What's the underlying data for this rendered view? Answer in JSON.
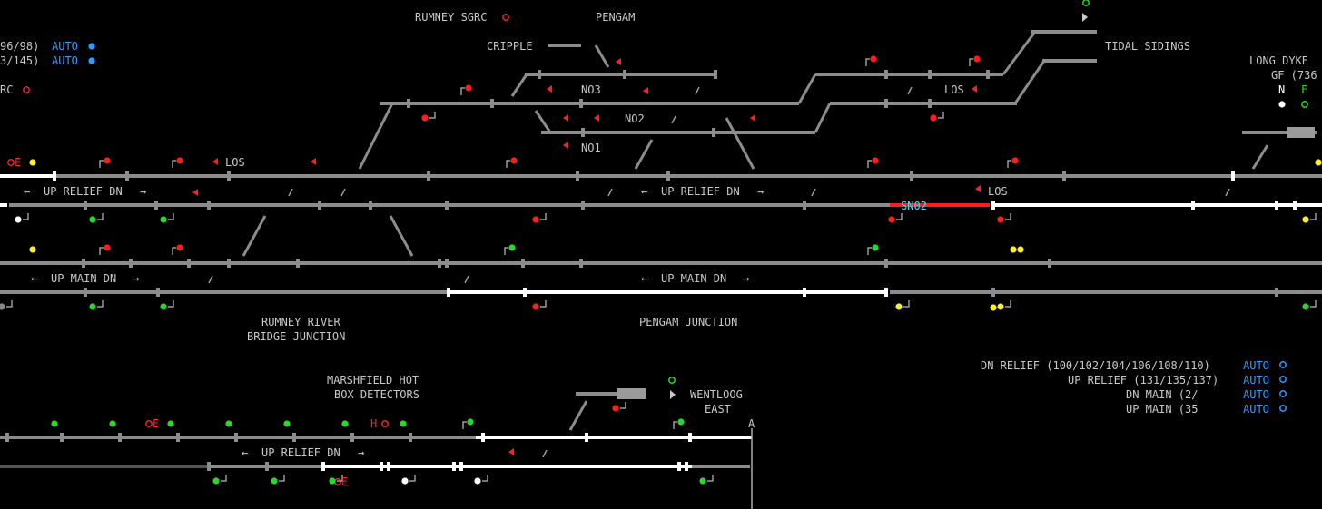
{
  "colors": {
    "track": "#8c8c8c",
    "track_set": "#ffffff",
    "track_occupied": "#ff1e1e",
    "signal_red": "#ff1e1e",
    "signal_green": "#22dd22",
    "signal_yellow": "#ffee22",
    "auto_blue": "#2e9bff",
    "berth_cyan": "#2ee8ff",
    "text": "#c8c8c8"
  },
  "labels": {
    "rumney_sgrc": "RUMNEY SGRC",
    "pengam": "PENGAM",
    "cripple": "CRIPPLE",
    "tidal_sidings": "TIDAL SIDINGS",
    "long_dyke": "LONG DYKE",
    "gf": "GF (736",
    "n": "N",
    "f": "F",
    "no3": "NO3",
    "no2": "NO2",
    "no1": "NO1",
    "los": "LOS",
    "rc": "RC",
    "e_letter": "E",
    "h_letter": "H",
    "rumney_river": "RUMNEY RIVER",
    "bridge_junction": "BRIDGE JUNCTION",
    "pengam_junction": "PENGAM JUNCTION",
    "marshfield_hot": "MARSHFIELD HOT",
    "box_detectors": "BOX DETECTORS",
    "wentloog": "WENTLOOG",
    "east": "EAST",
    "a_marker": "A"
  },
  "line_labels": {
    "up_relief_dn": "UP RELIEF DN",
    "up_main_dn": "UP MAIN DN",
    "arrow_left": "←",
    "arrow_right": "→"
  },
  "auto_left": [
    {
      "code": "96/98)",
      "status": "AUTO"
    },
    {
      "code": "3/145)",
      "status": "AUTO"
    }
  ],
  "auto_right": [
    {
      "line": "DN RELIEF (100/102/104/106/108/110)",
      "status": "AUTO"
    },
    {
      "line": "UP RELIEF (131/135/137)",
      "status": "AUTO"
    },
    {
      "line": "DN MAIN (2/",
      "status": "AUTO"
    },
    {
      "line": "UP MAIN (35",
      "status": "AUTO"
    }
  ],
  "berths": {
    "sn02": "SN02"
  },
  "icons": {
    "indicator_filled": "filled-circle",
    "indicator_hollow": "hollow-circle",
    "signal": "signal-head-icon",
    "point": "point-indicator-icon"
  }
}
